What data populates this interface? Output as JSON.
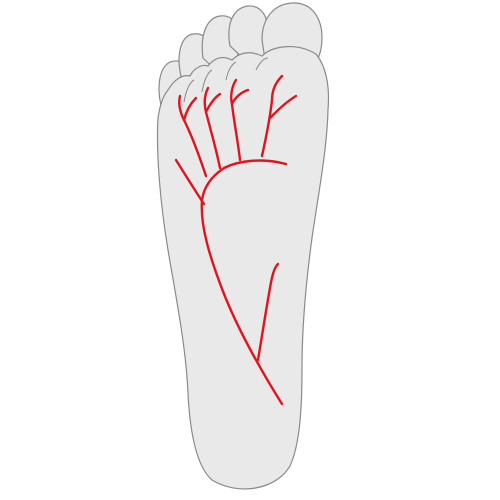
{
  "diagram": {
    "subject": "foot-plantar-view",
    "colors": {
      "background": "#ffffff",
      "skin_fill": "#e9e9e9",
      "skin_outline": "#8a8a8a",
      "vessel": "#e0141c"
    },
    "parts": {
      "sole": "sole-outline",
      "toes": [
        "big-toe",
        "second-toe",
        "third-toe",
        "fourth-toe",
        "little-toe"
      ],
      "vessels": [
        "main-artery",
        "lateral-branch",
        "plantar-arch",
        "digital-artery-1",
        "digital-artery-2",
        "digital-artery-3",
        "digital-artery-4"
      ]
    }
  }
}
